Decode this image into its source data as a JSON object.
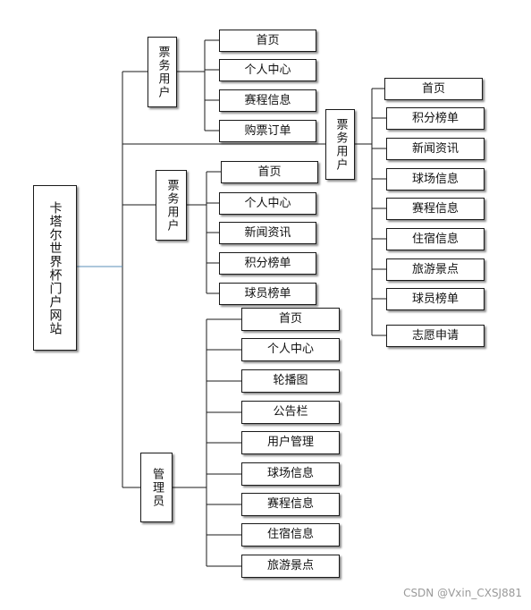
{
  "diagram": {
    "root": "卡塔尔世界杯门户网站",
    "groups": [
      {
        "title": "票务用户",
        "items": [
          "首页",
          "个人中心",
          "赛程信息",
          "购票订单"
        ]
      },
      {
        "title": "票务用户",
        "items": [
          "首页",
          "积分榜单",
          "新闻资讯",
          "球场信息",
          "赛程信息",
          "住宿信息",
          "旅游景点",
          "球员榜单",
          "志愿申请"
        ]
      },
      {
        "title": "票务用户",
        "items": [
          "首页",
          "个人中心",
          "新闻资讯",
          "积分榜单",
          "球员榜单"
        ]
      },
      {
        "title": "管理员",
        "items": [
          "首页",
          "个人中心",
          "轮播图",
          "公告栏",
          "用户管理",
          "球场信息",
          "赛程信息",
          "住宿信息",
          "旅游景点"
        ]
      }
    ]
  },
  "watermark": "CSDN @Vxin_CXSJ881",
  "colors": {
    "line": "#1a1a1a",
    "root_connector": "#5b8fb9",
    "border": "#1a1a1a"
  }
}
